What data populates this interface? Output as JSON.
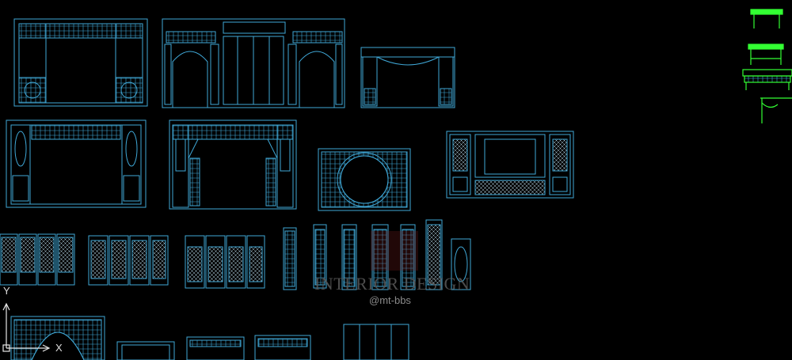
{
  "watermark": {
    "title": "INTERIOR DESIGN",
    "handle": "@mt-bbs"
  },
  "ucs": {
    "x_label": "X",
    "y_label": "Y"
  },
  "colors": {
    "background": "#000000",
    "drawing_line": "#3fa7d6",
    "fill_pattern": "#9ad4f0",
    "furniture_green": "#33ff33",
    "axis_white": "#e6e6e6"
  },
  "drawing_groups": [
    "screen-frame-1",
    "archway-wall-1",
    "arch-frame-1",
    "screen-frame-2",
    "open-arch-frame",
    "moon-gate",
    "paneled-wall",
    "folding-screen-1",
    "folding-screen-2",
    "folding-screen-3",
    "panel-set",
    "round-gate-partial",
    "small-frames-bottom",
    "green-furniture"
  ]
}
